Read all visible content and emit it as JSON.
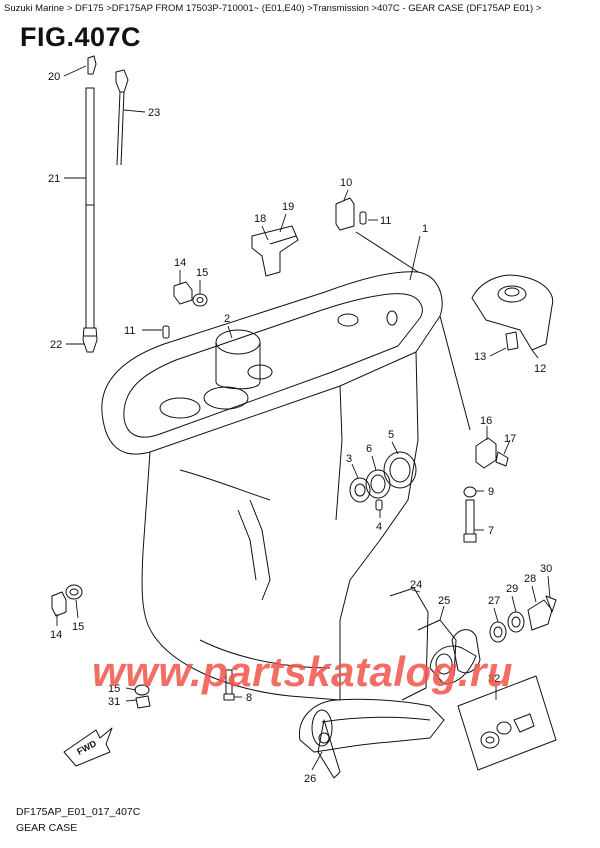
{
  "breadcrumb": "Suzuki Marine > DF175 >DF175AP FROM 17503P-710001~ (E01,E40) >Transmission >407C - GEAR CASE (DF175AP E01) >",
  "figure_title": "FIG.407C",
  "fwd_label": "FWD",
  "watermark": "www.partskatalog.ru",
  "footer_code": "DF175AP_E01_017_407C",
  "footer_name": "GEAR CASE",
  "callouts": {
    "c1": "1",
    "c2": "2",
    "c3": "3",
    "c4": "4",
    "c5": "5",
    "c6": "6",
    "c7": "7",
    "c8": "8",
    "c9": "9",
    "c10": "10",
    "c11a": "11",
    "c11b": "11",
    "c12": "12",
    "c13": "13",
    "c14a": "14",
    "c14b": "14",
    "c15a": "15",
    "c15b": "15",
    "c15c": "15",
    "c16": "16",
    "c17": "17",
    "c18": "18",
    "c19": "19",
    "c20": "20",
    "c21": "21",
    "c22": "22",
    "c23": "23",
    "c24": "24",
    "c25": "25",
    "c26": "26",
    "c27": "27",
    "c28": "28",
    "c29": "29",
    "c30": "30",
    "c31": "31",
    "c32": "32"
  }
}
